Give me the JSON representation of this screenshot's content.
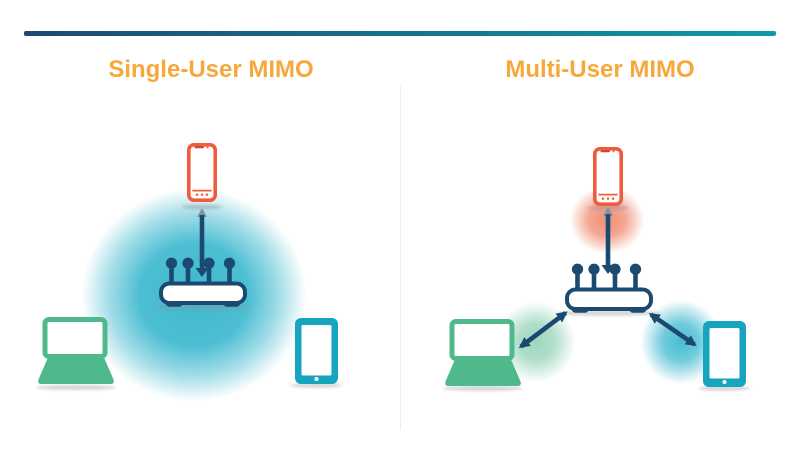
{
  "titles": {
    "left": "Single-User MIMO",
    "right": "Multi-User MIMO"
  },
  "diagrams": {
    "single_user": {
      "title": "Single-User MIMO",
      "devices": [
        "smartphone",
        "router",
        "laptop",
        "tablet"
      ],
      "arrows": [
        "router-to-smartphone-bidirectional"
      ],
      "coverage_zones": [
        "single-teal-zone-around-router"
      ]
    },
    "multi_user": {
      "title": "Multi-User MIMO",
      "devices": [
        "smartphone",
        "router",
        "laptop",
        "tablet"
      ],
      "arrows": [
        "router-to-smartphone-bidirectional",
        "router-to-laptop-bidirectional",
        "router-to-tablet-bidirectional"
      ],
      "coverage_zones": [
        "red-zone-smartphone",
        "green-zone-laptop",
        "teal-zone-tablet"
      ]
    }
  },
  "colors": {
    "heading": "#F6A83B",
    "navy": "#1B4A70",
    "bar_start": "#1D4A73",
    "bar_end": "#0F99A6",
    "phone_orange": "#F15A3C",
    "phone_notch": "#C4492B",
    "laptop_green": "#50B98B",
    "tablet_teal": "#17A4BE",
    "blob_teal": "#2FB3CB",
    "blob_red": "#EE7150",
    "blob_green": "#55B88D",
    "arrow_light": "#7E93A5",
    "divider": "#EDEDED",
    "shadow": "#8F8F8F"
  }
}
